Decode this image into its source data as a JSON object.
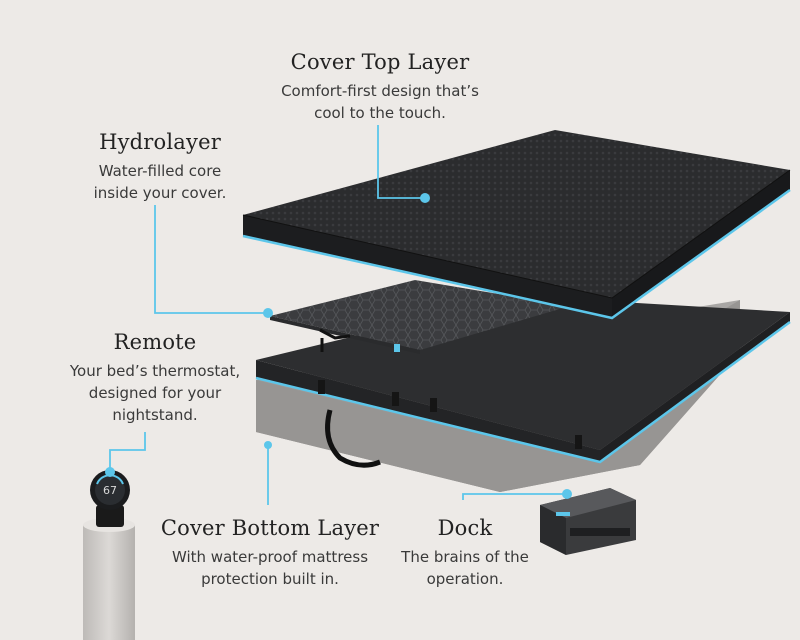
{
  "callouts": {
    "cover_top": {
      "title": "Cover Top Layer",
      "body": "Comfort-first design that’s\ncool to the touch."
    },
    "hydrolayer": {
      "title": "Hydrolayer",
      "body": "Water-filled core\ninside your cover."
    },
    "remote": {
      "title": "Remote",
      "body": "Your bed’s thermostat,\ndesigned for your\nnightstand."
    },
    "cover_bottom": {
      "title": "Cover Bottom Layer",
      "body": "With water-proof mattress\nprotection built in."
    },
    "dock": {
      "title": "Dock",
      "body": "The brains of the\noperation."
    }
  },
  "remote_display": {
    "temperature": "67"
  },
  "colors": {
    "background": "#edeae7",
    "accent": "#5cc6ea",
    "cover_dark": "#2a2b2d",
    "base_gray": "#9e9c9a"
  }
}
